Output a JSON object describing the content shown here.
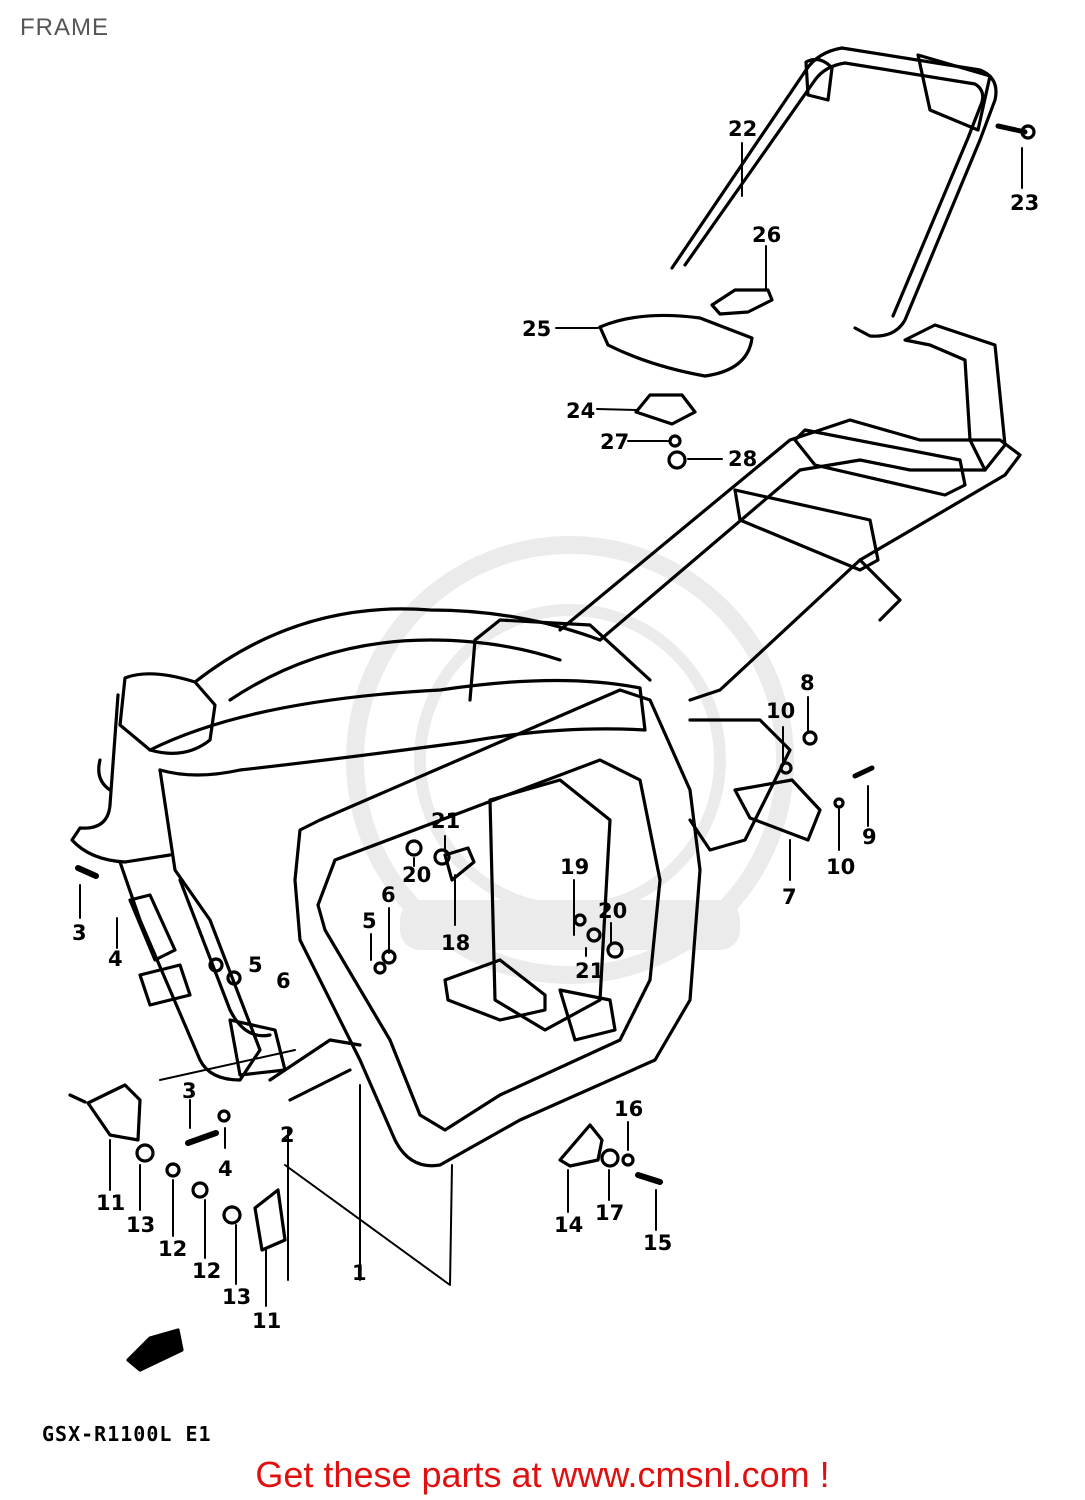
{
  "header": {
    "title": "FRAME"
  },
  "footer": {
    "model_code": "GSX-R1100L E1",
    "promo_text": "Get these parts at www.cmsnl.com !"
  },
  "callouts": [
    {
      "id": "c22",
      "label": "22"
    },
    {
      "id": "c23",
      "label": "23"
    },
    {
      "id": "c26",
      "label": "26"
    },
    {
      "id": "c25",
      "label": "25"
    },
    {
      "id": "c24",
      "label": "24"
    },
    {
      "id": "c27",
      "label": "27"
    },
    {
      "id": "c28",
      "label": "28"
    },
    {
      "id": "c8",
      "label": "8"
    },
    {
      "id": "c10a",
      "label": "10"
    },
    {
      "id": "c9",
      "label": "9"
    },
    {
      "id": "c10b",
      "label": "10"
    },
    {
      "id": "c7",
      "label": "7"
    },
    {
      "id": "c21a",
      "label": "21"
    },
    {
      "id": "c20a",
      "label": "20"
    },
    {
      "id": "c19",
      "label": "19"
    },
    {
      "id": "c20b",
      "label": "20"
    },
    {
      "id": "c21b",
      "label": "21"
    },
    {
      "id": "c18",
      "label": "18"
    },
    {
      "id": "c6a",
      "label": "6"
    },
    {
      "id": "c5a",
      "label": "5"
    },
    {
      "id": "c3a",
      "label": "3"
    },
    {
      "id": "c4a",
      "label": "4"
    },
    {
      "id": "c5b",
      "label": "5"
    },
    {
      "id": "c6b",
      "label": "6"
    },
    {
      "id": "c3b",
      "label": "3"
    },
    {
      "id": "c4b",
      "label": "4"
    },
    {
      "id": "c2",
      "label": "2"
    },
    {
      "id": "c1",
      "label": "1"
    },
    {
      "id": "c11a",
      "label": "11"
    },
    {
      "id": "c13a",
      "label": "13"
    },
    {
      "id": "c12a",
      "label": "12"
    },
    {
      "id": "c12b",
      "label": "12"
    },
    {
      "id": "c13b",
      "label": "13"
    },
    {
      "id": "c11b",
      "label": "11"
    },
    {
      "id": "c16",
      "label": "16"
    },
    {
      "id": "c14",
      "label": "14"
    },
    {
      "id": "c17",
      "label": "17"
    },
    {
      "id": "c15",
      "label": "15"
    }
  ]
}
